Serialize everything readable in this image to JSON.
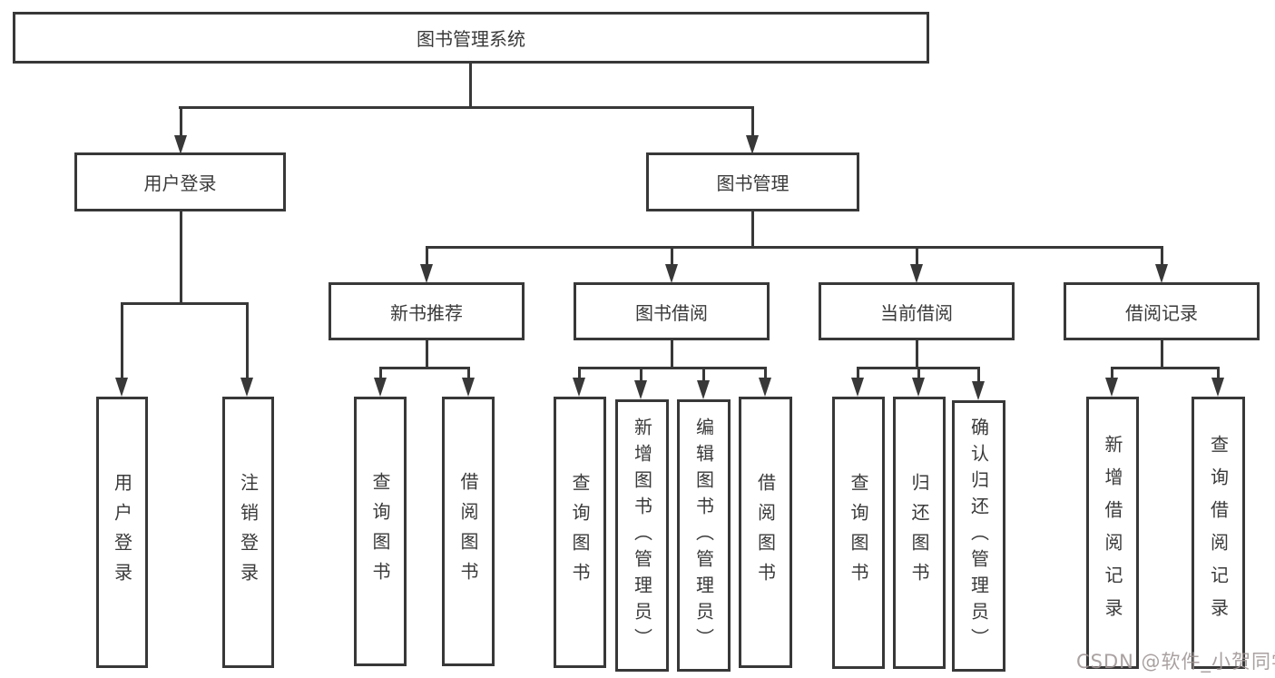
{
  "diagram": {
    "title": "图书管理系统",
    "branches": [
      {
        "label": "用户登录",
        "children": [
          {
            "label": "用户登录"
          },
          {
            "label": "注销登录"
          }
        ]
      },
      {
        "label": "图书管理",
        "children": [
          {
            "label": "新书推荐",
            "children": [
              {
                "label": "查询图书"
              },
              {
                "label": "借阅图书"
              }
            ]
          },
          {
            "label": "图书借阅",
            "children": [
              {
                "label": "查询图书"
              },
              {
                "label": "新增图书（管理员）"
              },
              {
                "label": "编辑图书（管理员）"
              },
              {
                "label": "借阅图书"
              }
            ]
          },
          {
            "label": "当前借阅",
            "children": [
              {
                "label": "查询图书"
              },
              {
                "label": "归还图书"
              },
              {
                "label": "确认归还（管理员）"
              }
            ]
          },
          {
            "label": "借阅记录",
            "children": [
              {
                "label": "新增借阅记录"
              },
              {
                "label": "查询借阅记录"
              }
            ]
          }
        ]
      }
    ]
  },
  "watermark": {
    "text": "CSDN @软件_小贺同学"
  },
  "colors": {
    "line": "#383838",
    "box_background": "#ffffff",
    "text": "#3a3a3a",
    "watermark": "#9e9494"
  }
}
